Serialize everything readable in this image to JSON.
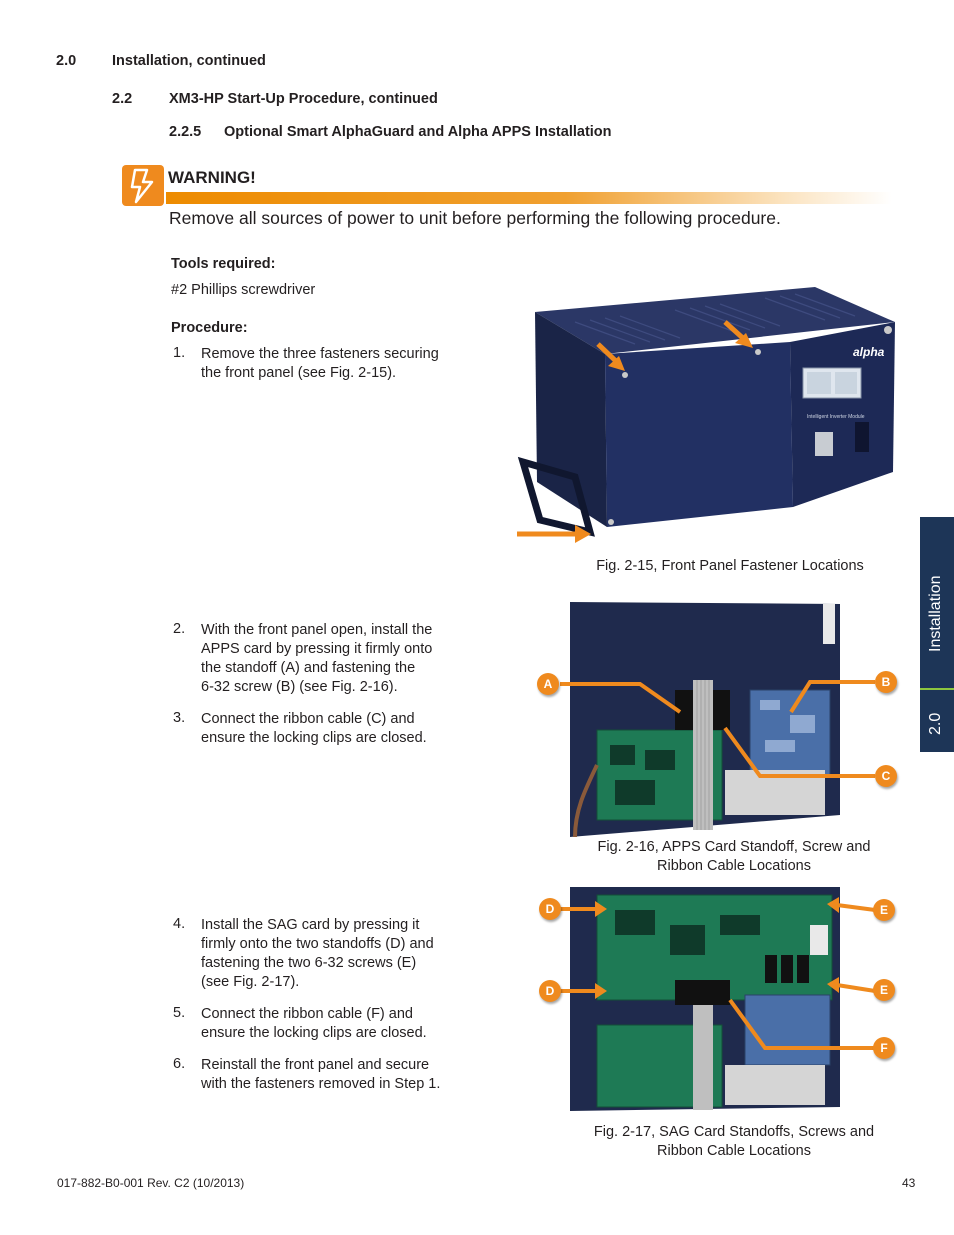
{
  "header": {
    "section_num": "2.0",
    "section_title": "Installation, continued",
    "sub_num": "2.2",
    "sub_title": "XM3-HP Start-Up Procedure, continued",
    "subsub_num": "2.2.5",
    "subsub_title": "Optional Smart AlphaGuard and Alpha APPS Installation"
  },
  "warning": {
    "title": "WARNING!",
    "text": "Remove all sources of power to unit before performing the following procedure."
  },
  "tools": {
    "heading": "Tools required:",
    "item": "#2 Phillips screwdriver"
  },
  "procedure": {
    "heading": "Procedure:",
    "steps": [
      {
        "num": "1.",
        "lines": [
          "Remove the three fasteners securing",
          "the front panel (see Fig. 2-15)."
        ]
      },
      {
        "num": "2.",
        "lines": [
          "With the front panel open, install  the",
          "APPS card by pressing it firmly onto",
          "the standoff (A) and fastening the",
          "6-32 screw (B) (see Fig. 2-16)."
        ]
      },
      {
        "num": "3.",
        "lines": [
          "Connect the ribbon cable (C) and",
          "ensure the locking clips are closed."
        ]
      },
      {
        "num": "4.",
        "lines": [
          "Install the SAG card by pressing it",
          "firmly onto the two standoffs (D) and",
          "fastening the two 6-32 screws (E)",
          "(see Fig. 2-17)."
        ]
      },
      {
        "num": "5.",
        "lines": [
          "Connect the ribbon cable (F) and",
          "ensure the locking clips are closed."
        ]
      },
      {
        "num": "6.",
        "lines": [
          "Reinstall the front panel and secure",
          "with the fasteners removed in Step 1."
        ]
      }
    ]
  },
  "figures": {
    "fig15": {
      "caption": "Fig. 2-15, Front Panel Fastener Locations",
      "brand": "alpha",
      "module_label": "Intelligent Inverter Module"
    },
    "fig16": {
      "caption_line1": "Fig. 2-16, APPS Card Standoff, Screw and",
      "caption_line2": "Ribbon Cable Locations",
      "labels": [
        "A",
        "B",
        "C"
      ]
    },
    "fig17": {
      "caption_line1": "Fig. 2-17, SAG Card Standoffs, Screws and",
      "caption_line2": "Ribbon Cable Locations",
      "labels": [
        "D",
        "E",
        "D",
        "E",
        "F"
      ]
    }
  },
  "side_tab": {
    "title": "Installation",
    "number": "2.0"
  },
  "footer": {
    "doc_id": "017-882-B0-001 Rev. C2 (10/2013)",
    "page": "43"
  },
  "colors": {
    "accent_orange": "#ef8a1e",
    "tab_navy": "#1d3557",
    "tab_green": "#8dc63f",
    "chassis_navy": "#1f2a4d",
    "pcb_green": "#1e7a55"
  }
}
